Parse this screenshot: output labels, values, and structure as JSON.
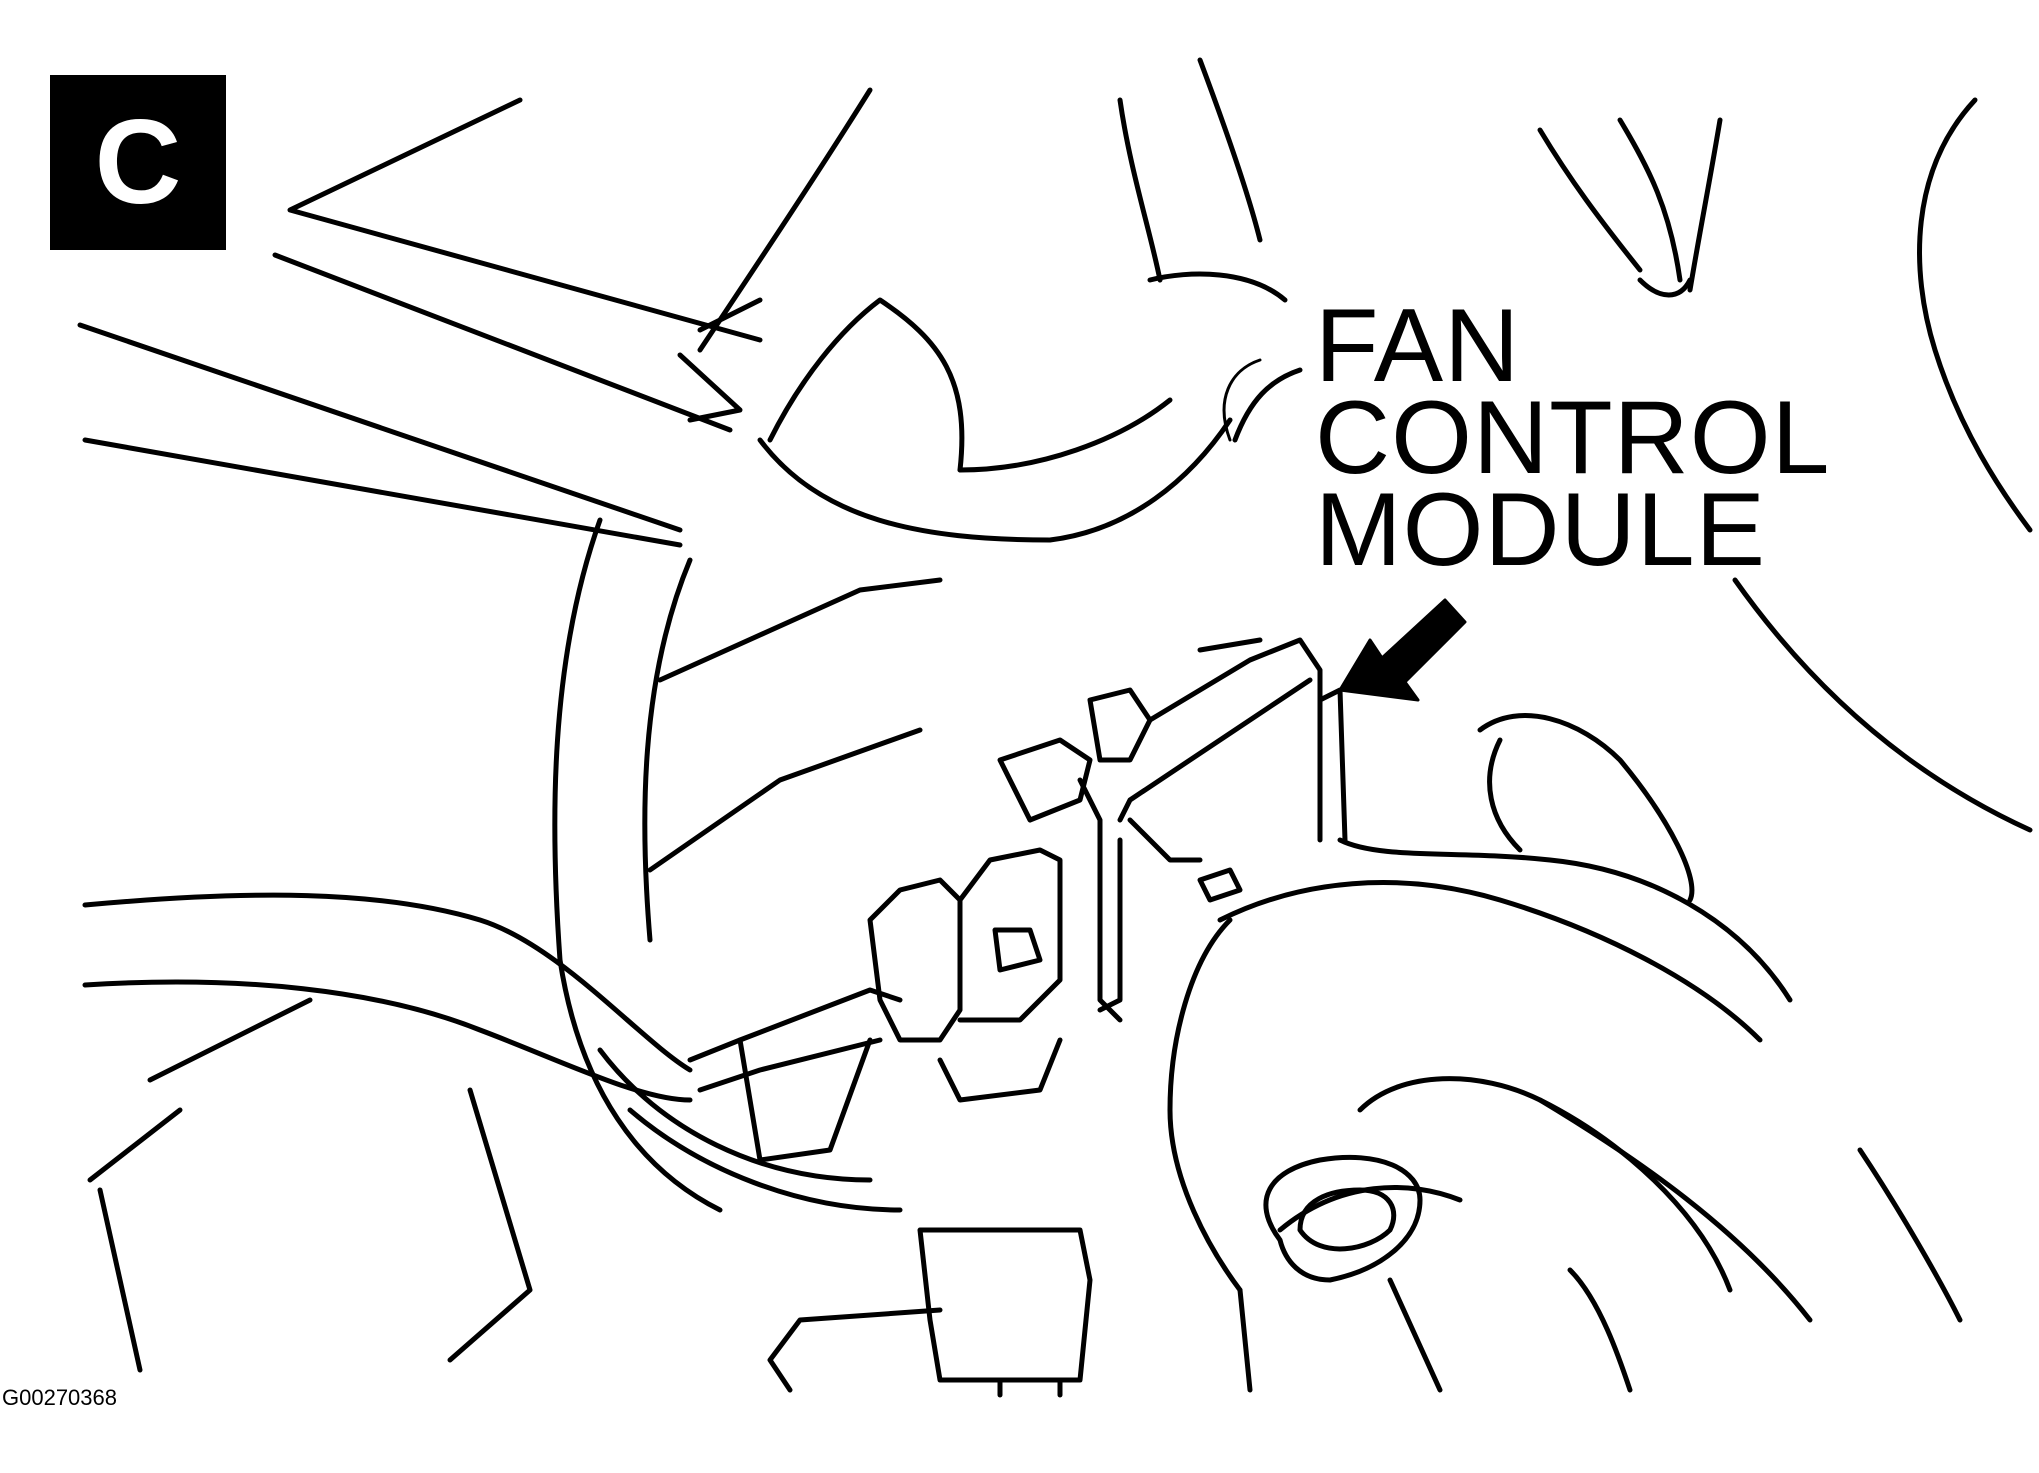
{
  "figure": {
    "badge_letter": "C",
    "callout_lines": [
      "FAN",
      "CONTROL",
      "MODULE"
    ],
    "figure_id": "G00270368",
    "colors": {
      "ink": "#000000",
      "paper": "#ffffff"
    }
  }
}
